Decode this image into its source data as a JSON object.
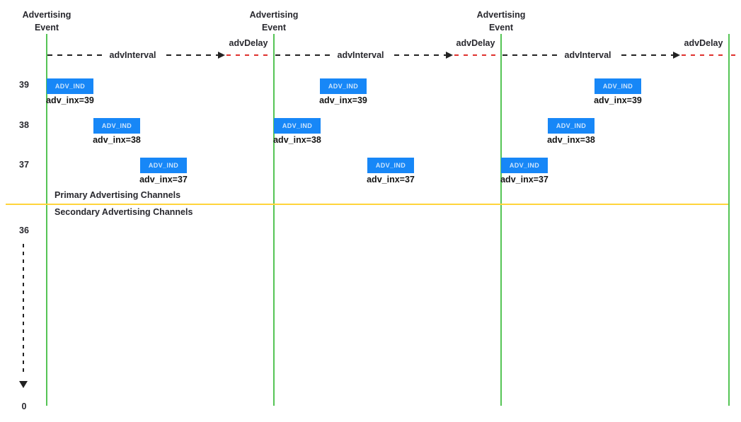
{
  "colors": {
    "green": "#55C455",
    "yellow": "#FFD43B",
    "blue": "#1787F7",
    "blue_text": "#CDE4FC",
    "red": "#DF312D",
    "ink": "#222222"
  },
  "axis": {
    "labels": [
      {
        "text": "39"
      },
      {
        "text": "38"
      },
      {
        "text": "37"
      },
      {
        "text": "36"
      },
      {
        "text": "0"
      }
    ]
  },
  "sections": {
    "primary": "Primary Advertising Channels",
    "secondary": "Secondary Advertising Channels"
  },
  "events": [
    {
      "title_line1": "Advertising",
      "title_line2": "Event",
      "interval_label": "advInterval",
      "delay_label": "advDelay",
      "packets": [
        {
          "type": "ADV_IND",
          "channel": "39",
          "label": "adv_inx=39"
        },
        {
          "type": "ADV_IND",
          "channel": "38",
          "label": "adv_inx=38"
        },
        {
          "type": "ADV_IND",
          "channel": "37",
          "label": "adv_inx=37"
        }
      ]
    },
    {
      "title_line1": "Advertising",
      "title_line2": "Event",
      "interval_label": "advInterval",
      "delay_label": "advDelay",
      "packets": [
        {
          "type": "ADV_IND",
          "channel": "38",
          "label": "adv_inx=38"
        },
        {
          "type": "ADV_IND",
          "channel": "39",
          "label": "adv_inx=39"
        },
        {
          "type": "ADV_IND",
          "channel": "37",
          "label": "adv_inx=37"
        }
      ]
    },
    {
      "title_line1": "Advertising",
      "title_line2": "Event",
      "interval_label": "advInterval",
      "delay_label": "advDelay",
      "packets": [
        {
          "type": "ADV_IND",
          "channel": "37",
          "label": "adv_inx=37"
        },
        {
          "type": "ADV_IND",
          "channel": "38",
          "label": "adv_inx=38"
        },
        {
          "type": "ADV_IND",
          "channel": "39",
          "label": "adv_inx=39"
        }
      ]
    }
  ]
}
